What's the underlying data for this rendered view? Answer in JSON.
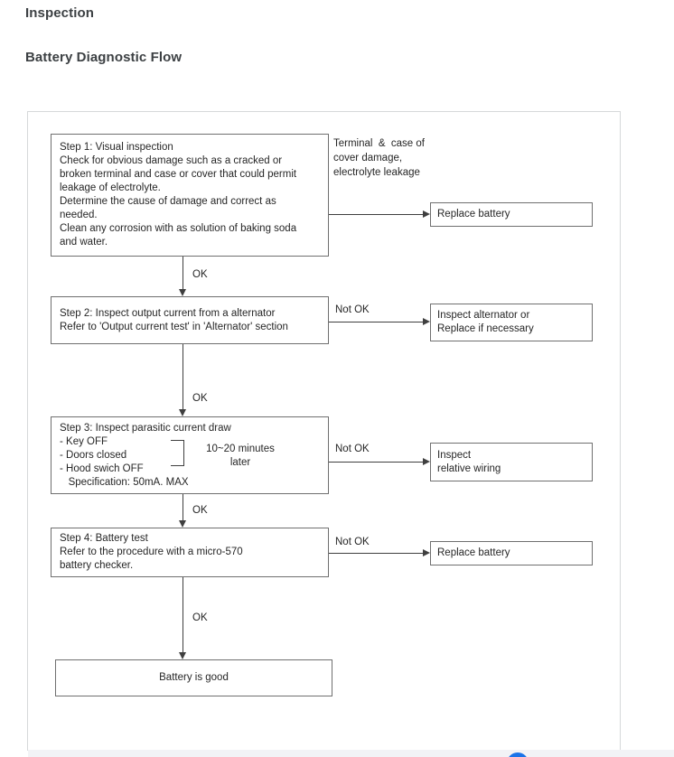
{
  "page": {
    "section_title": "Inspection",
    "page_title": "Battery Diagnostic Flow"
  },
  "flowchart": {
    "labels": {
      "ok": "OK",
      "not_ok": "Not OK"
    },
    "step1": {
      "text": "Step 1: Visual inspection\nCheck for obvious damage such as a cracked or\nbroken terminal and case or cover that could permit\nleakage of electrolyte.\nDetermine the cause of damage and correct as\nneeded.\nClean any corrosion with as solution of baking soda\nand water.",
      "branch_label": "Terminal  &  case of\ncover damage,\nelectrolyte leakage",
      "action": "Replace battery"
    },
    "step2": {
      "text": "Step 2: Inspect output current from a alternator\nRefer to 'Output current test' in 'Alternator' section",
      "action": "Inspect alternator or\nReplace if necessary"
    },
    "step3": {
      "text": "Step 3: Inspect parasitic current draw\n- Key OFF\n- Doors closed\n- Hood swich OFF\n   Specification: 50mA. MAX",
      "note": "10~20 minutes\nlater",
      "action": "Inspect\nrelative wiring"
    },
    "step4": {
      "text": "Step 4: Battery test\nRefer to the procedure with a micro-570\nbattery checker.",
      "action": "Replace battery"
    },
    "result": "Battery is good"
  },
  "fab": {
    "color": "#1a73e8"
  }
}
